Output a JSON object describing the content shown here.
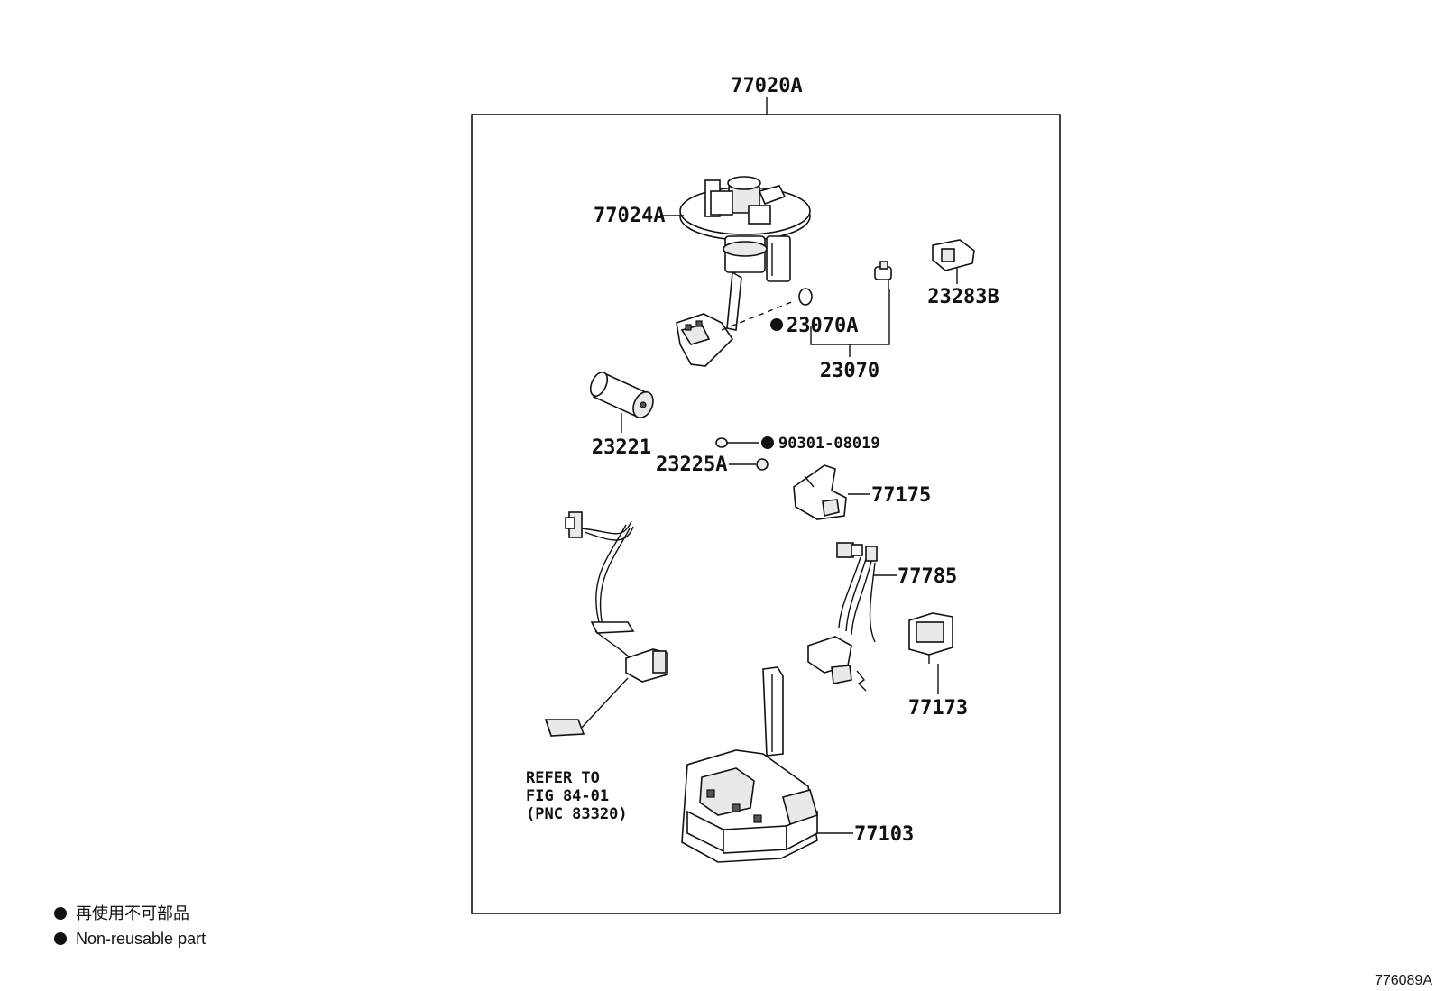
{
  "figure_id": "776089A",
  "assembly": {
    "label": "77020A"
  },
  "parts": {
    "p77024A": "77024A",
    "p23070A": "23070A",
    "p23070": "23070",
    "p23283B": "23283B",
    "p23221": "23221",
    "p90301": "90301-08019",
    "p23225A": "23225A",
    "p77175": "77175",
    "p77785": "77785",
    "p77173": "77173",
    "p77103": "77103"
  },
  "reference_note": {
    "line1": "REFER TO",
    "line2": "FIG 84-01",
    "line3": "(PNC 83320)"
  },
  "legend": {
    "jp": "再使用不可部品",
    "en": "Non-reusable part"
  }
}
